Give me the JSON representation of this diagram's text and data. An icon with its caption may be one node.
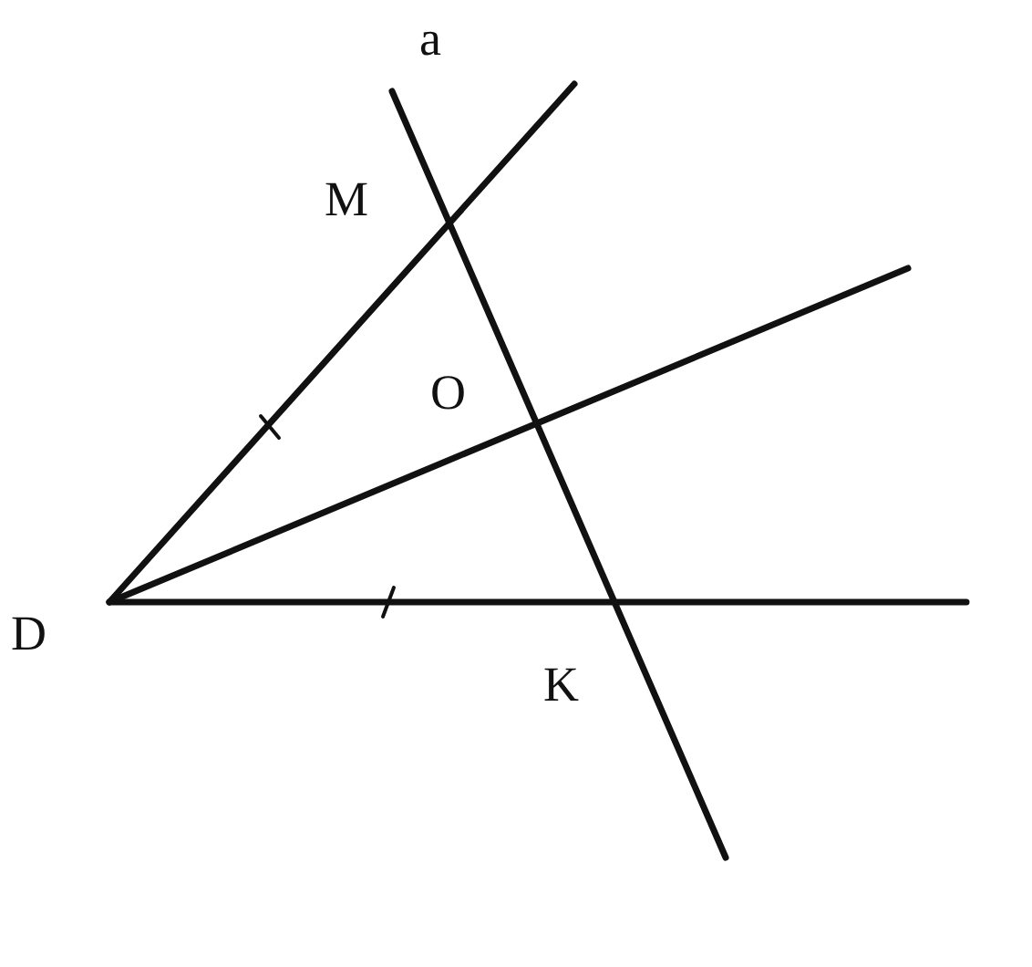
{
  "diagram": {
    "labels": [
      "a",
      "M",
      "O",
      "D",
      "K"
    ]
  }
}
